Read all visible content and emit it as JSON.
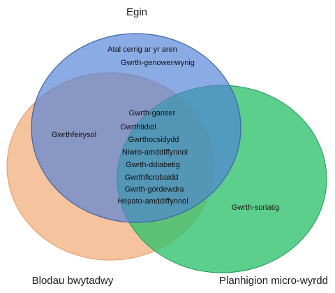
{
  "diagram": {
    "type": "venn",
    "sets": [
      {
        "key": "egin",
        "label": "Egin",
        "color": "#5b84d6"
      },
      {
        "key": "blodau",
        "label": "Blodau bwytadwy",
        "color": "#f3b98c"
      },
      {
        "key": "micro",
        "label": "Planhigion micro-wyrdd",
        "color": "#2fc26d"
      }
    ],
    "regions": {
      "egin_only": [
        "Atal cerrig ar yr aren",
        "Gwrth-genowenwynig"
      ],
      "egin_blodau": [
        "Gwrthfeirysol"
      ],
      "all_three": [
        "Gwrth-ganser",
        "Gwrthlidiol",
        "Gwrthocsidydd",
        "Niwro-amddiffynnol",
        "Gwrth-ddiabetig",
        "Gwrthficrobaidd",
        "Gwrth-gordewdra",
        "Hepato-amddiffynnol"
      ],
      "micro_only": [
        "Gwrth-soriatig"
      ]
    }
  }
}
